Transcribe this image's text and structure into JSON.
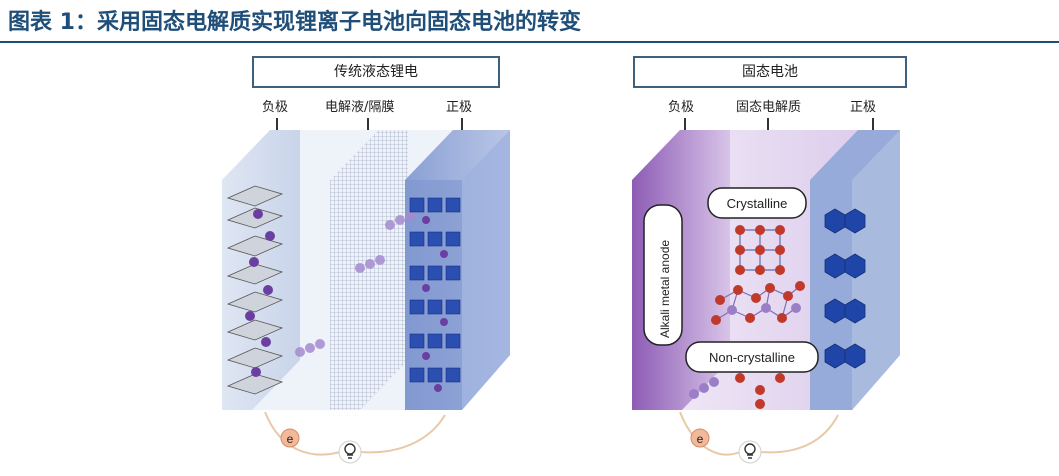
{
  "figure": {
    "title": "图表 1：采用固态电解质实现锂离子电池向固态电池的转变"
  },
  "panels": [
    {
      "title": "传统液态锂电",
      "labels": [
        "负极",
        "电解液/隔膜",
        "正极"
      ],
      "electron_symbol": "e"
    },
    {
      "title": "固态电池",
      "labels": [
        "负极",
        "固态电解质",
        "正极"
      ],
      "annotations": {
        "anode": "Alkali metal anode",
        "crystalline": "Crystalline",
        "non_crystalline": "Non-crystalline"
      },
      "electron_symbol": "e"
    }
  ],
  "colors": {
    "title_blue": "#1f4e79",
    "lithium_purple": "#6b3fa0",
    "oxygen_red": "#c0392b",
    "cathode_blue": "#2a4fb0"
  }
}
